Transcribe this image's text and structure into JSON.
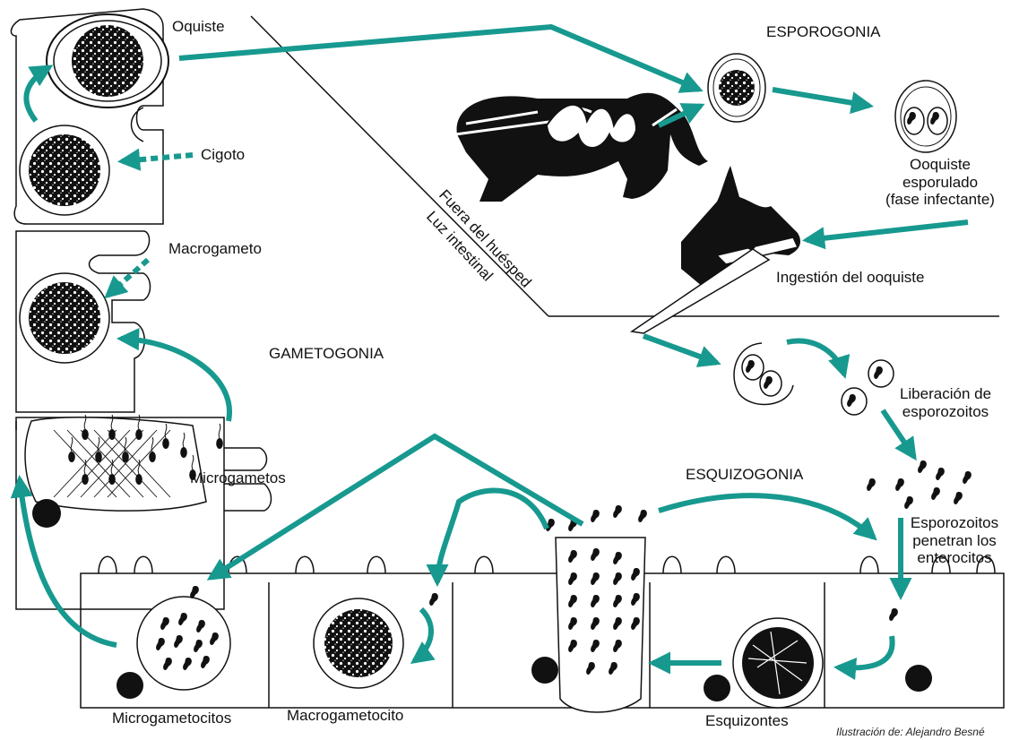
{
  "colors": {
    "arrow": "#17998f",
    "ink": "#111111",
    "background": "#ffffff"
  },
  "labels": {
    "oquiste": "Oquiste",
    "cigoto": "Cigoto",
    "macrogameto": "Macrogameto",
    "microgametos": "Microgametos",
    "gametogonia": "GAMETOGONIA",
    "esporogonia": "ESPOROGONIA",
    "ooquiste_esporulado": "Ooquiste\nesporulado\n(fase infectante)",
    "ingestion": "Ingestión del ooquiste",
    "fuera_del_huesped": "Fuera del huésped",
    "luz_intestinal": "Luz intestinal",
    "liberacion": "Liberación de\nesporozoitos",
    "esquizogonia": "ESQUIZOGONIA",
    "esporozoitos_penetran": "Esporozoitos\npenetran los\nenterocitos",
    "microgametocitos": "Microgametocitos",
    "macrogametocito": "Macrogametocito",
    "esquizontes": "Esquizontes",
    "credit": "Ilustración de: Alejandro Besné"
  },
  "icons": [
    "cat-icon",
    "cat-head-icon",
    "oocyst-icon",
    "sporulated-oocyst-icon",
    "sporozoite-icon",
    "schizont-icon",
    "nucleus-icon"
  ]
}
